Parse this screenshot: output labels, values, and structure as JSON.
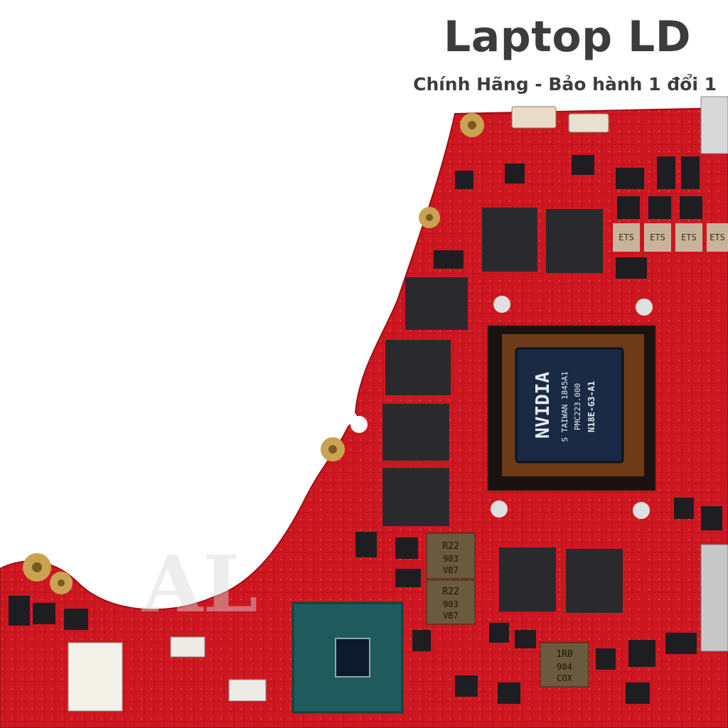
{
  "header": {
    "title": "Laptop LD",
    "subtitle": "Chính Hãng - Bảo hành 1 đổi 1"
  },
  "watermark": {
    "text": "AL"
  },
  "photo": {
    "subject": "laptop-motherboard",
    "colors": {
      "pcb": "#d41822",
      "pcb_dark": "#a80f17",
      "chip": "#2a2a2e",
      "gpu_die": "#1b2a44",
      "mount_hole": "#c9a352",
      "background": "#ffffff"
    }
  },
  "gpu": {
    "brand": "NVIDIA",
    "lines": [
      "S TAIWAN  1845A1",
      "PMC223.000",
      "N18E-G3-A1"
    ]
  },
  "inductors": [
    {
      "code": "R22",
      "lines": [
        "R22",
        "903",
        "VB7"
      ]
    },
    {
      "code": "R22",
      "lines": [
        "R22",
        "903",
        "VB7"
      ]
    },
    {
      "code": "1R0",
      "lines": [
        "1R0",
        "904",
        "COX"
      ]
    }
  ],
  "small_inductors": [
    "ETS",
    "ETS",
    "ETS",
    "ETS"
  ]
}
